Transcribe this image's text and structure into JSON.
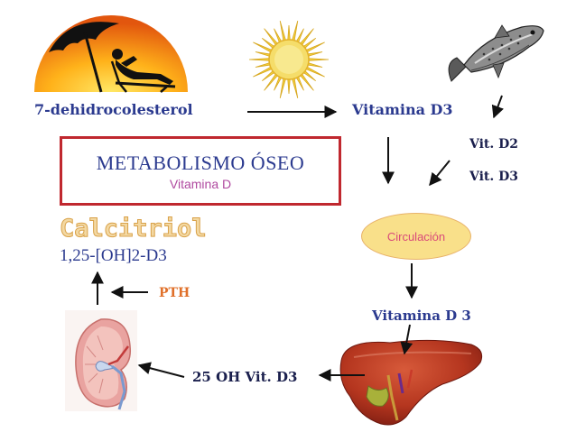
{
  "labels": {
    "precursor": "7-dehidrocolesterol",
    "vitamin_d3_top": "Vitamina D3",
    "vit_d2": "Vit. D2",
    "vit_d3": "Vit. D3",
    "circulation": "Circulación",
    "vitamin_d3_liver": "Vitamina D 3",
    "hydroxy": "25 OH Vit. D3",
    "pth": "PTH",
    "calcitriol": "Calcitriol",
    "formula": "1,25-[OH]2-D3"
  },
  "title_box": {
    "title": "METABOLISMO ÓSEO",
    "subtitle": "Vitamina D"
  },
  "colors": {
    "label_blue": "#2b3a8f",
    "title_border": "#c0282f",
    "subtitle": "#b04aa0",
    "pth": "#e0702a",
    "circulation_fill": "#f9e08a",
    "circulation_text": "#d94a7a"
  },
  "icons": [
    "sunbathing-person-icon",
    "sun-icon",
    "fish-icon",
    "kidney-icon",
    "liver-icon"
  ]
}
